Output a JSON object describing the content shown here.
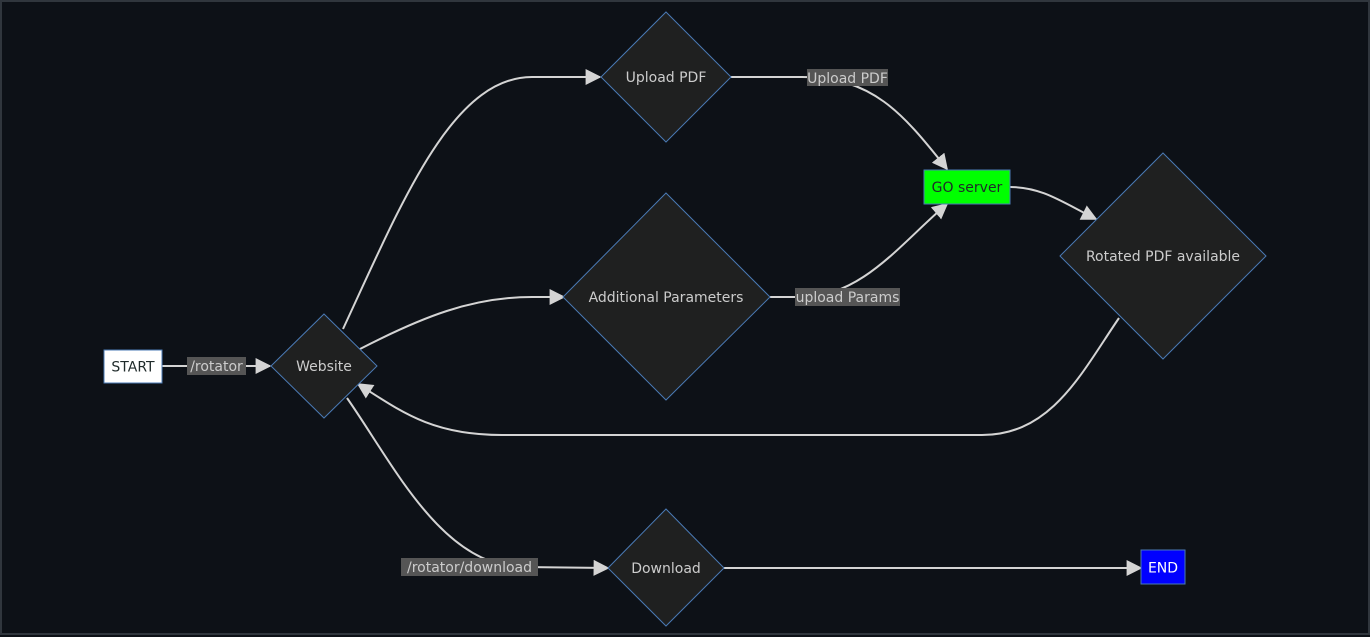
{
  "colors": {
    "background": "#0d1117",
    "node_fill": "#1f2020",
    "node_stroke": "#4a7ab5",
    "edge": "#d4d4d4",
    "label_bg": "#555555",
    "label_text": "#cccccc",
    "go_server_fill": "#00ff00",
    "end_fill": "#0000ff",
    "start_fill": "#ffffff"
  },
  "nodes": {
    "start": "START",
    "website": "Website",
    "upload_pdf": "Upload PDF",
    "additional_params": "Additional Parameters",
    "go_server": "GO server",
    "rotated_pdf": "Rotated PDF available",
    "download": "Download",
    "end": "END"
  },
  "edges": {
    "start_to_website": "/rotator",
    "upload_to_server": "Upload PDF",
    "params_to_server": "upload Params",
    "website_to_download": "/rotator/download"
  }
}
